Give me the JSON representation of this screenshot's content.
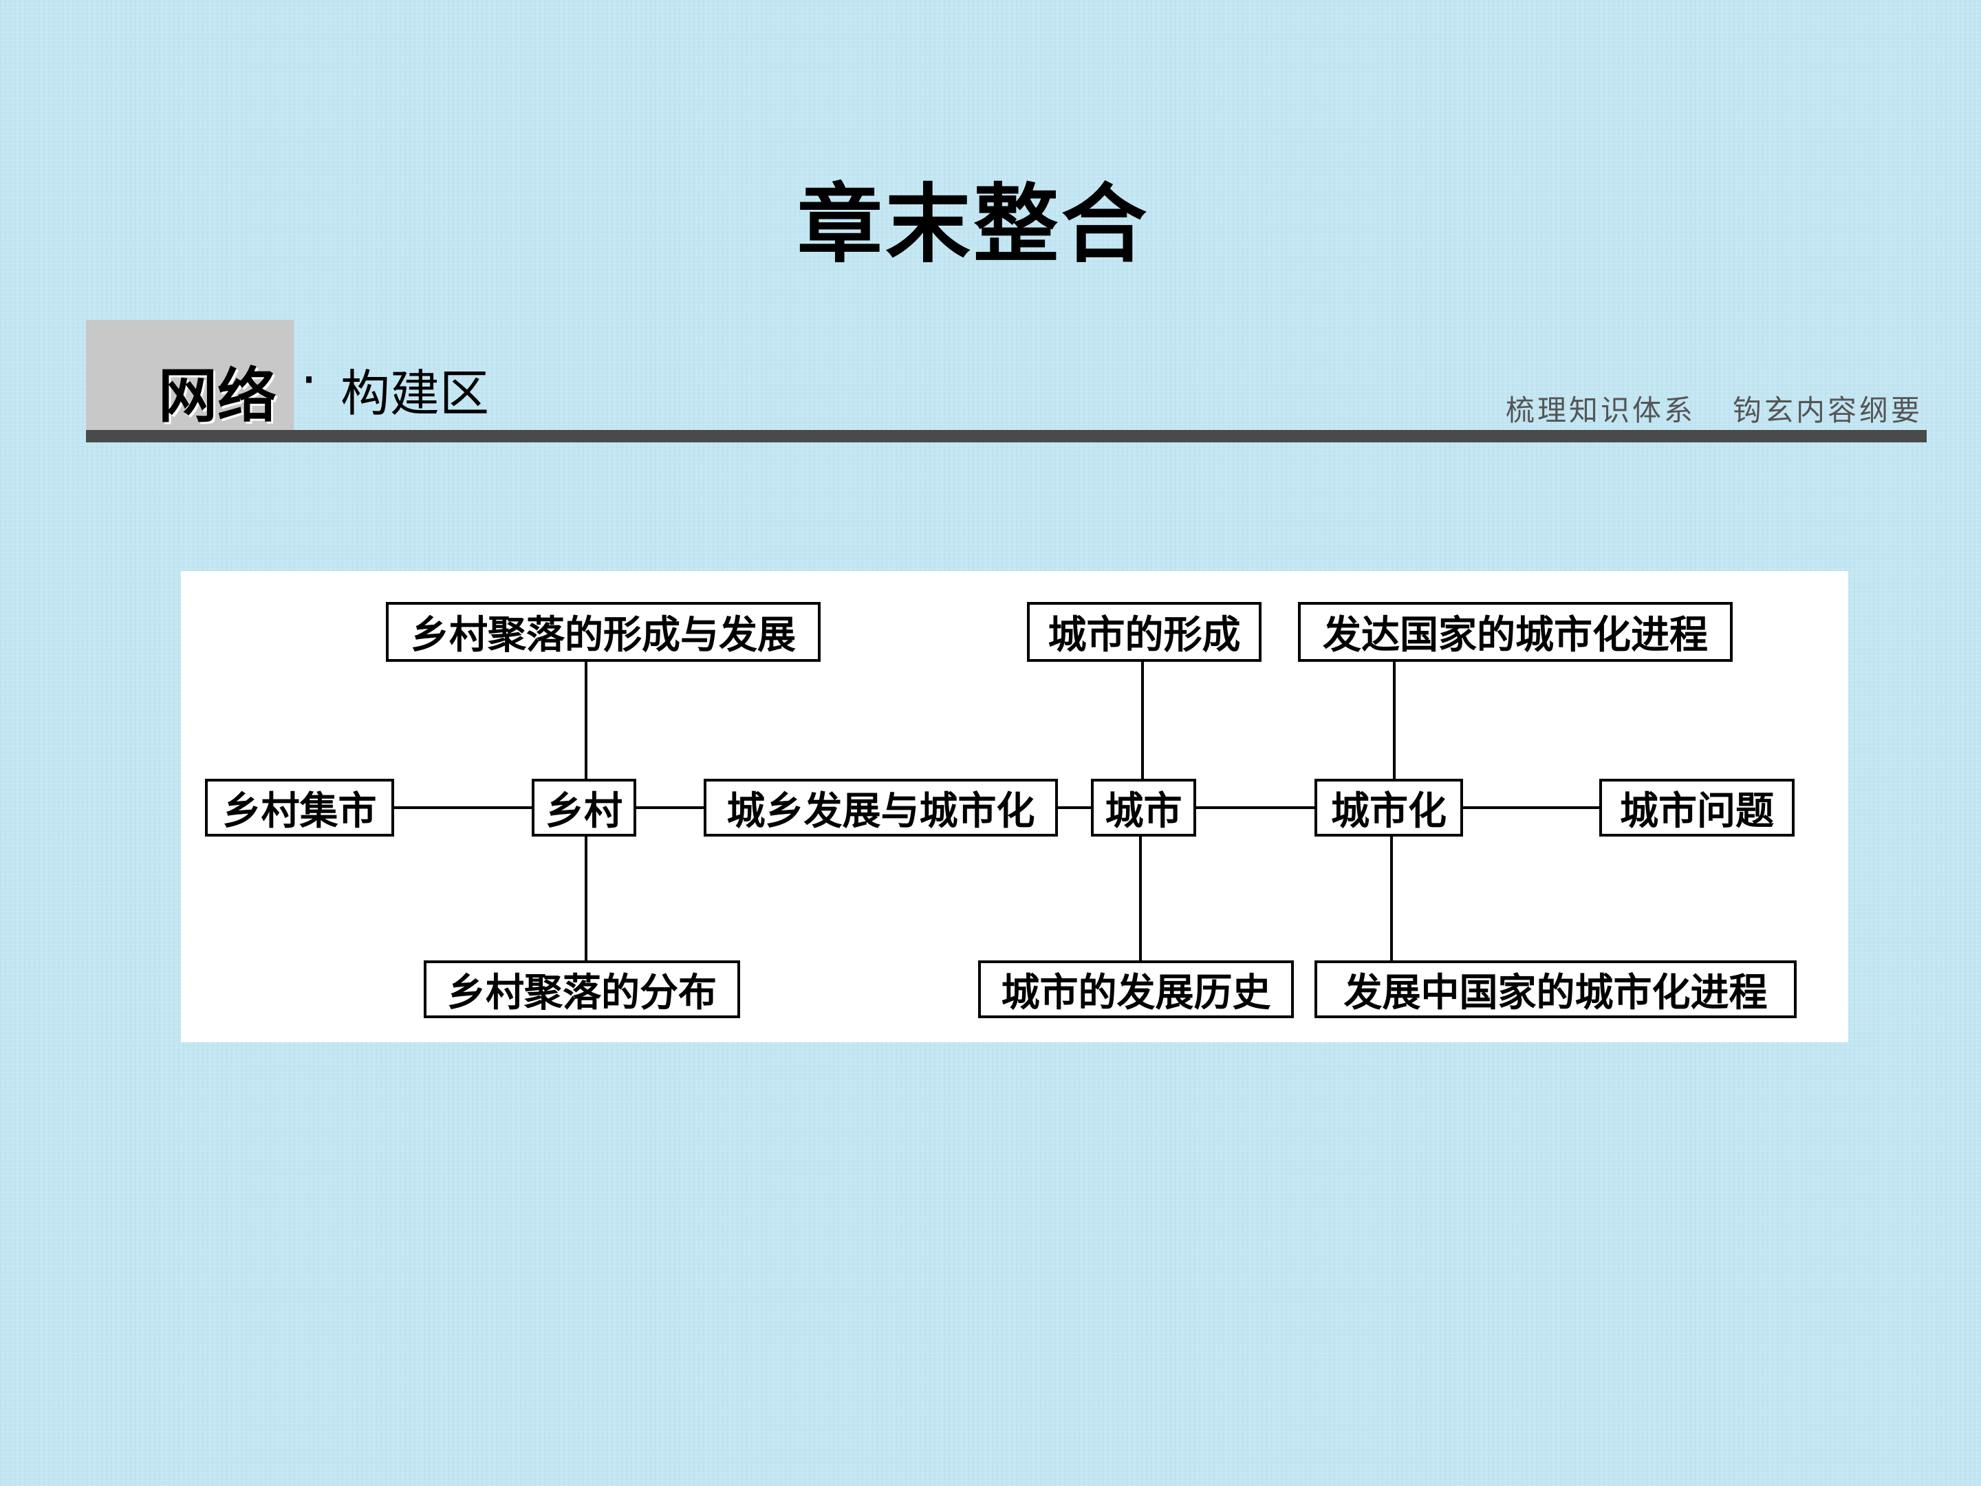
{
  "title": "章末整合",
  "section": {
    "main": "网络",
    "dot": "·",
    "sub": "构建区",
    "right_1": "梳理知识体系",
    "right_2": "钩玄内容纲要"
  },
  "nodes": {
    "rural_market": "乡村集市",
    "rural": "乡村",
    "urban_rural": "城乡发展与城市化",
    "city": "城市",
    "urbanization": "城市化",
    "urban_problems": "城市问题",
    "rural_formation": "乡村聚落的形成与发展",
    "rural_distribution": "乡村聚落的分布",
    "city_formation": "城市的形成",
    "city_history": "城市的发展历史",
    "developed_urbanization": "发达国家的城市化进程",
    "developing_urbanization": "发展中国家的城市化进程"
  }
}
